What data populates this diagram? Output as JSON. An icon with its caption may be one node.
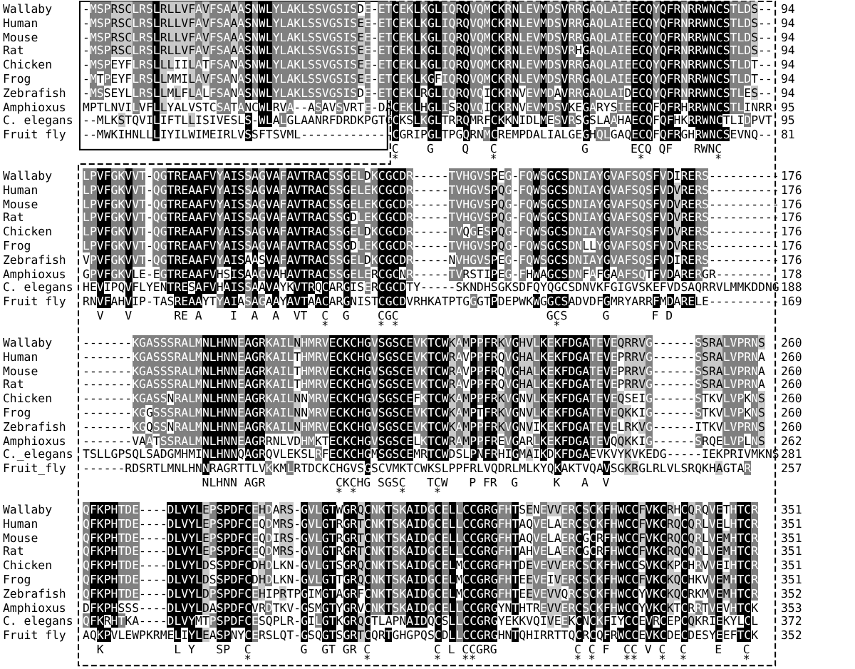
{
  "diagram": {
    "labels": [
      "Wallaby",
      "-MSPRSCLRSLRLLVFAVFSAAASNWLYLAKLSSVGSISDE-ETCEKLKGLIQRQVQMCKRNLEVMDSVRRGAQLAIEECQYQFRNRRWNCSTLDS--",
      "94",
      "Human",
      "-MSPRSCLRSLRLLVFAVFSAAASNWLYLAKLSSVGSISEE-ETCEKLKGLIQRQVQMCKRNLEVMDSVRRGAQLAIEECQYQFRNRRWNCSTLDS--",
      "94",
      "Mouse",
      "-MSPRSCLRSLRLLVFAVFSAAASNWLYLAKLSSVGSISEE-ETCEKLKGLIQRQVQMCKRNLEVMDSVRRGAQLAIEECQYQFRNRRWNCSTLDS--",
      "94",
      "Rat",
      "-MSPRSCLRSLRLLVFAVFSAAASNWLYLAKLSSVGSISEE-ETCEKLKGLIQRQVQMCKRNLEVMDSVRHGAQLAIEECQYQFRNRRWNCSTLDS--",
      "94",
      "Chicken",
      "-MSPEYFLRSLLLIILATFSANASNWLYLAKLSSVGSISEE-ETCEKLKGLIQRQVQMCKRNLEVMDSVRRGAQLAIEECQYQFRNRRWNCSTLDT--",
      "94",
      "Frog",
      "-MTPEYFLRSLLMMILAVFSANASNWLYLAKLSSVGSISEE-ETCEKLKGFIQRQVQMCKRNLEVMDSVRRGAQLAIEECQYQFRNRRWNCSTLDT--",
      "94",
      "Zebrafish",
      "-MSSEYLLRSLLMLFLALFSANASNWLYLAKLSSVGSISDE-ETCEKLRGLIQRQVQICKRNVEVMDAVRRGAQLAIDECQYQFRNRRWNCSTLES--",
      "94",
      "Amphioxus",
      "MPTLNVILVFLLYALVSTCSATANCWLRVA--ASAVSVRTE-DACEKLHGLISRQVQICKRNVEVMDSVKEGARYSIEECQFQFRHRRWNCSTLINRR",
      "95",
      "C. elegans",
      "--MLKSTQVILIFTLLISIVESLS-WLALGLAANRFDRDKPGTGCKSLKGLTRRQMRFCKKNIDLMESVRSGSLAAHAECQFQFHKRRWNCTLIDPVT",
      "95",
      "Fruit fly",
      "--MWKIHNLLLIYILWIMEIRLVSSFTSVML-------------CGRIPGLTPGQRNMCREMPDALIALGEGHQLGAQECQFQFRGHRWNCSEVNQ--",
      "81",
      "                                            C    G    Q   C            G      ECQ QF   RWNC",
      "                                            *             *                    *          *",
      "Wallaby",
      "LPVFGKVVT-QGTREAAFVYAISSAGVAFAVTRACSSGELDKCGCDR-----TVHGVSPEG-FQWSGCSDNIAYGVAFSQSFVDIRERS----------",
      "176",
      "Human",
      "LPVFGKVVT-QGTREAAFVYAISSAGVAFAVTRACSSGELEKCGCDR-----TVHGVSPQG-FQWSGCSDNIAYGVAFSQSFVDVRERS----------",
      "176",
      "Mouse",
      "LPVFGKVVT-QGTREAAFVYAISSAGVAFAVTRACSSGELEKCGCDR-----TVHGVSPQG-FQWSGCSDNIAYGVAFSQSFVDVRERS----------",
      "176",
      "Rat",
      "LPVFGKVVT-QGTREAAFVYAISSAGVAFAVTRACSSGDLEKCGCDR-----TVHGVSPQG-FQWSGCSDNIAYGVAFSQSFVDVRERS----------",
      "176",
      "Chicken",
      "LPVFGKVVT-QGTREAAFVYAISSAGVAFAVTRACSSGELDKCGCDR-----TVQGESPQG-FQWSGCSDNIAYGVAFSQSFVDVRERS----------",
      "176",
      "Frog",
      "LPVFGKVVT-QGTREAAFVYAISSAGVAFAVTRACSSGDLEKCGCDR-----TVHGVSPQG-FQWSGCSDNLLYGVAFSQSFVDVRERS----------",
      "176",
      "Zebrafish",
      "VPVFGKVVT-QGTREAAFVYAISAASVAFAVTRACSSGELDKCGCDR-----NVHGVSPEG-FQWSGCSDNIAYGVAFSQSFVDIRERS----------",
      "176",
      "Amphioxus",
      "GPVFGKVLE-EGTREAAFVHSISAAGVAHAVTRACSSGELERCGCNR-----TVRSTIPEG-FHWAGCSDNFAFGAAFSQTFVDARERGR--------",
      "178",
      "C. elegans",
      "HEVIPQVFLYENTRESAFVHAISSAAVAYKVTRQCARGISERCGCDTY-----SKNDHSGKSDFQYQGCSDNVKFGIGVSKEFVDSAQRRVLMMKDDNG",
      "188",
      "Fruit fly",
      "RNVFAHVIP-TASREAAYTYAIASAGAAYAVTAACARGNISTCGCDVRHKATPTGGGTPDEPWKWGGCSADVDFGMRYARRFMDARELE----------",
      "169",
      "  V   V      RE A    I  A  A  VT  C  G    CGC                     GCS     G      F D",
      "                                  *       * *                      *",
      "Wallaby",
      "-------KGASSSRALMNLHNNEAGRKAILNHMRVECKCHGVSGSCEVKTCWKAMPPFRKVGHVLKEKFDGATEVEQRRVG------SSRALVPRNS",
      "260",
      "Human",
      "-------KGASSSRALMNLHNNEAGRKAILTHMRVECKCHGVSGSCEVKTCWRAVPPFRQVGHALKEKFDGATEVEPRRVG------SSRALVPRNA",
      "260",
      "Mouse",
      "-------KGASSSRALMNLHNNEAGRKAILTHMRVECKCHGVSGSCEVKTCWRAVPPFRQVGHALKEKFDGATEVEPRRVG------SSRALVPRNA",
      "260",
      "Rat",
      "-------KGASSSRALMNLHNNEAGRKAILTHMRVECKCHGVSGSCEVKTCWRAVPPFRQVGHALKEKFDGATEVEPRRVG------SSRALVPRNA",
      "260",
      "Chicken",
      "-------KGASSNRALMNLHNNEAGRKAILNNMRVECKCHGVSGSCEFKTCWKAMPPFRKVGNVLKEKFDGATEVEQSEIG------STKVLVPKNS",
      "260",
      "Frog",
      "-------KGGSSSRALMNLHNNEAGRKAILNNMRVECKCHGVSGSCEVKTCWKAMPTFRKVGNVLKEKFDGATEVEQKKIG------STKVLVPKNS",
      "260",
      "Zebrafish",
      "-------KGQSSNRALMNLHNNEAGRKAILNHMRVECKCHGVSGSCEVKTCWKAMPPFRKVGNVIKEKFDGATEVELRKVG------ITKVLVPRNS",
      "260",
      "Amphioxus",
      "-------VAATSSRALMNLHNNEAGRRNLVDHMKTECKCHGVSGSCELKTCWRAMPPFREVGARLKEKFDGATEVQQKKIG------SRQELVPLNS",
      "262",
      "C._elegans",
      "TSLLGPSQLSADGMHMINLHNNQAGRQVLEKSLRFECKCHGMSGSCEMRTCWDSLPNFRHIGMAIKDKFDGAEVKVYKVKEDG-----IEKPRIVMKNS",
      "281",
      "Fruit_fly",
      "------RDSRTLMNLHNNRAGRTTLVKKMLRTDCKCHGVSGSCVMKTCWKSLPPFRLVQDRLMLKYQKAKTVQAVSGKRGLRLVLSRQKHAGTAR",
      "257",
      "                 NLHNN AGR          CKCHG SGSC   TCW   P FR  G     K   A  V",
      "                                    * *      *    *",
      "Wallaby",
      "QFKPHTDE----DLVYLEPSPDFCEHDARS-GVLGTWGRQCNKTSKAIDGCELLCCGRGFHTSENEVVERCSCKFHWCCFVKCRHCQRQVETHTCR",
      "351",
      "Human",
      "QFKPHTDE----DLVYLEPSPDFCEQDMRS-GVLGTRGRTCNKTSKAIDGCELLCCGRGFHTAQVELAERCSCKFHWCCFVKCRQCQRLVELHTCR",
      "351",
      "Mouse",
      "QFKPHTDE----DLVYLEPSPDFCEQDIRS-GVLGTRGRTCNKTSKAIDGCELLCCGRGFHTAQVELAERCGCRFHWCCFVKCRQCQRLVEMHTCR",
      "351",
      "Rat",
      "QFKPHTDE----DLVYLEPSPDFCEQDMRS-GVLGTRGRTCNKTSKAIDGCELLCCGRGFHTAHVELAERCGCRFHWCCFVKCRQCQRLVEMHTCR",
      "351",
      "Chicken",
      "QFKPHTDE----DLVYLDSSPDFCDHDLKN-GVLGTSGRQCNKTSKAIDGCELMCCGRGFHTDEVEVVERCSCKFHWCCSVKCKPCHRVVEIHTCR",
      "351",
      "Frog",
      "QFKPHTDE----DLVYLDSSPDFCDHDLKN-GVLGTTGRQCNKTSKAIDGCELMCCGRGFHTEEVEIVERCSCKFHWCCFVKCKQCHKVVEMHTCR",
      "351",
      "Zebrafish",
      "QFKPHTDE----DLVYLDPSPDFCEHIPRTPGIMGTAGRFCNKTSKAIDGCELMCCGRGFHTEEVEVVQRCSCKFHWCCYVKCKQCRKMVEMHTCR",
      "352",
      "Amphioxus",
      "DFKPHSSS----DLVYLDASPDFCVRDTKV-GSMGTYGRVCNKTSKAIDGCELLCCGRGYNTHTREVVERCSCKFHWCCYVKCKTCRRTVEVHTCK",
      "353",
      "C. elegans",
      "QFKRHTKA----DLVYMTPSPDFCESQPLR-GILGTKGRQCTLAPNAIDQCSLLCCGRGYEKKVQIVEEKCNCKFIYCCEVRCEPCQKRIEKYLCL",
      "372",
      "Fruit fly",
      "AQKPVLEWPKRMELIYLEASPNYCERSLQT-GSQGTSGRTCQRTGHGPQSCDLLCCGRGHNTQHIRRTTQCRCQFRWCCEVKCDECDESYEEFTCK",
      "352",
      "  K          L Y   SP  C       G  GT GR C         C L CCGRG           C C F  CC V C  C    E   C",
      "                       *                *         *   **              * *    **   *  *        *"
    ]
  }
}
